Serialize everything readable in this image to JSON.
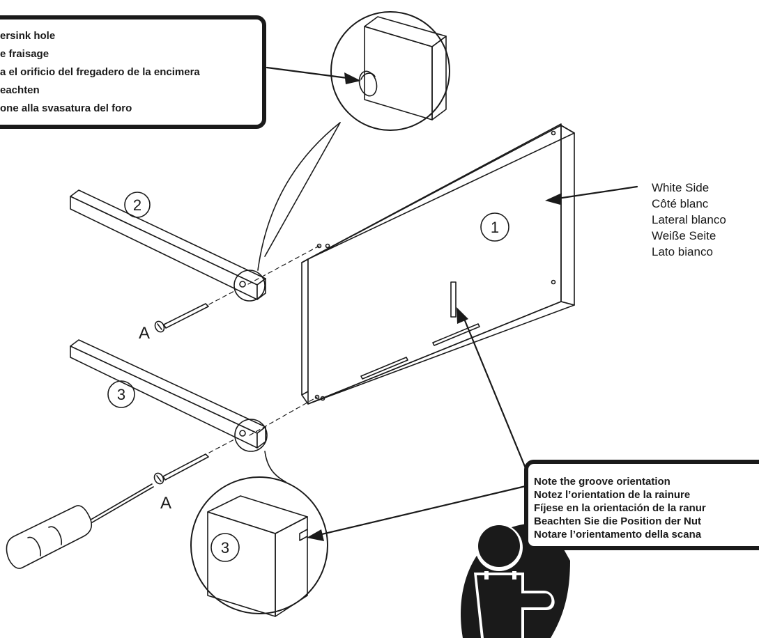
{
  "top_note": {
    "lines": [
      "ersink hole",
      "e fraisage",
      "a el orificio del fregadero de la encimera",
      "eachten",
      "one alla svasatura del foro"
    ]
  },
  "side_label": {
    "lines": [
      "White Side",
      "Côté blanc",
      "Lateral blanco",
      "Weiße Seite",
      "Lato bianco"
    ]
  },
  "groove_note": {
    "lines": [
      "Note the groove orientation",
      "Notez l’orientation de la rainure",
      "Fíjese en la orientación de la ranur",
      "Beachten Sie die Position der Nut",
      "Notare l’orientamento della scana"
    ]
  },
  "parts": {
    "panel": "1",
    "rail_top": "2",
    "rail_bottom": "3",
    "detail_part": "3"
  },
  "hardware": {
    "screw_top": "A",
    "screw_bottom": "A"
  },
  "colors": {
    "ink": "#1a1a1a",
    "paper": "#ffffff"
  }
}
